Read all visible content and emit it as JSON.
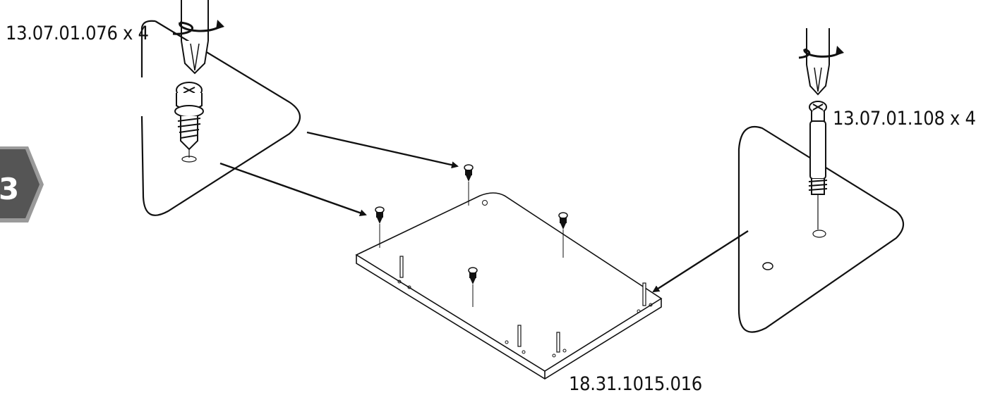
{
  "step": {
    "number": "3"
  },
  "parts": {
    "left_fastener": {
      "code": "13.07.01.076 x 4",
      "icon": "cam-lock-screw-icon"
    },
    "right_fastener": {
      "code": "13.07.01.108 x 4",
      "icon": "connector-bolt-icon"
    },
    "board": {
      "code": "18.31.1015.016",
      "icon": "panel-icon"
    }
  },
  "tools": {
    "icon": "phillips-screwdriver-icon"
  },
  "colors": {
    "ink": "#111111",
    "badge": "#555555",
    "badge_shadow": "#9a9a9a",
    "background": "#ffffff"
  }
}
